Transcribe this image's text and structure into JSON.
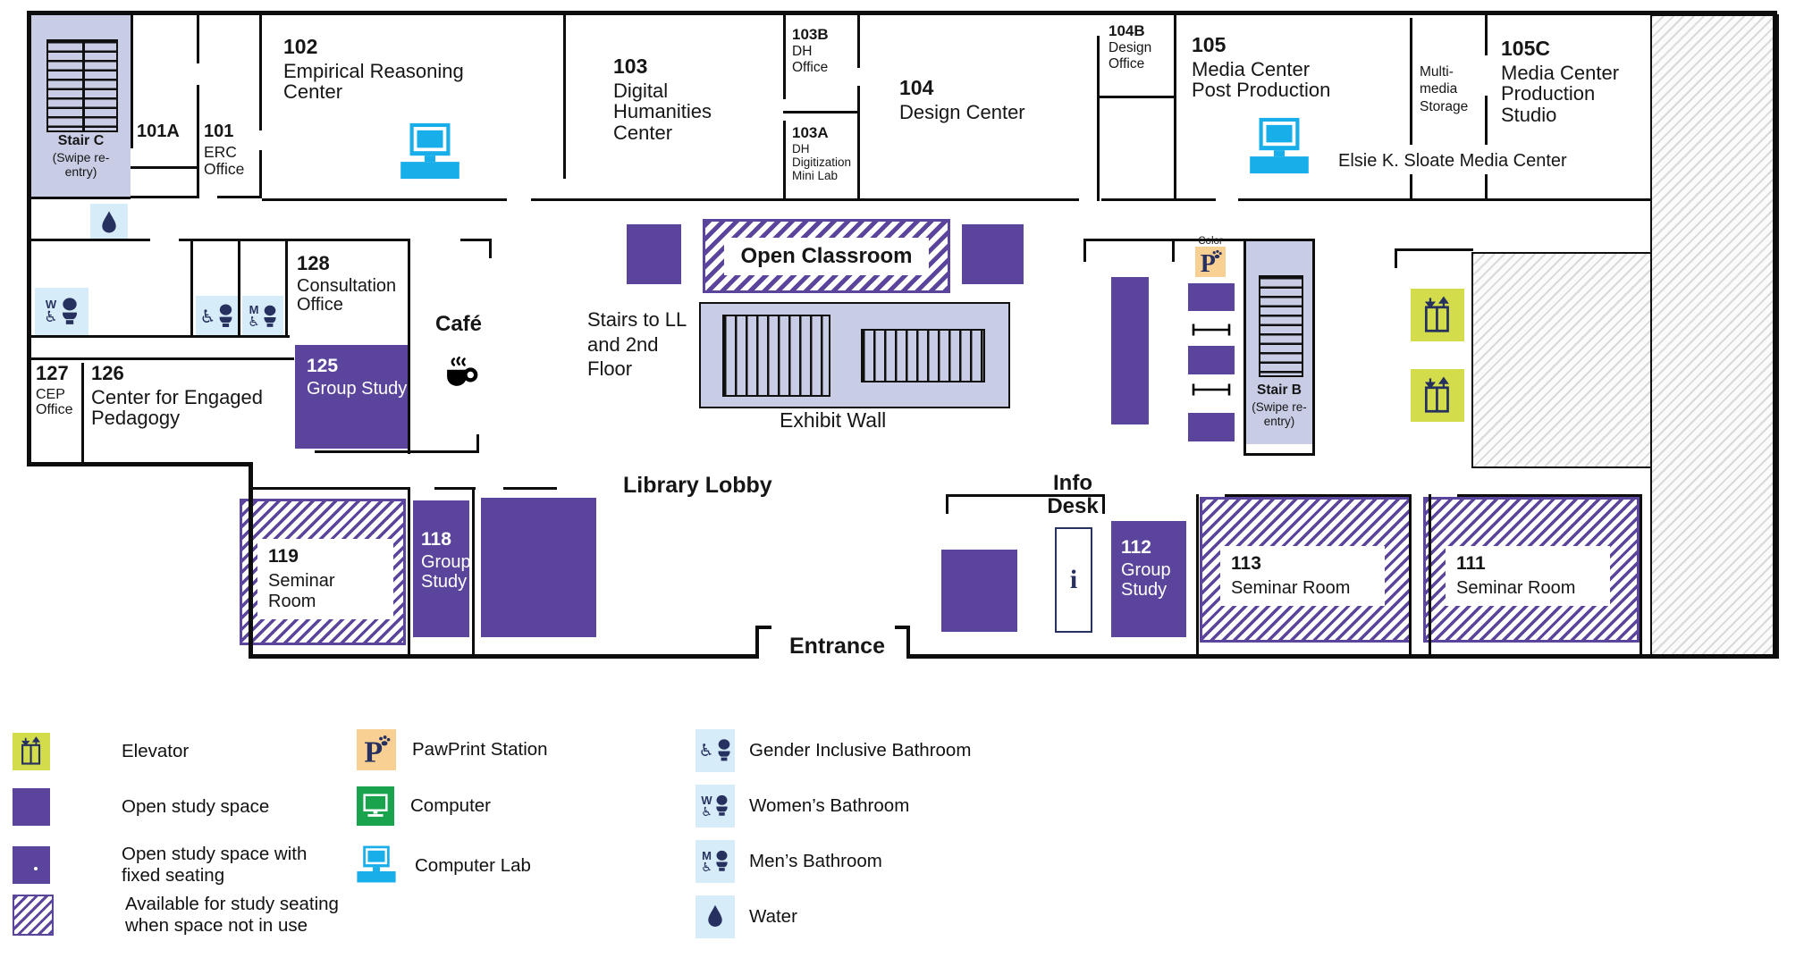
{
  "plan": {
    "rooms": {
      "stair_c": {
        "name": "Stair C",
        "note": "(Swipe re-entry)"
      },
      "r101a": {
        "number": "101A"
      },
      "r101": {
        "number": "101",
        "name": "ERC Office"
      },
      "r102": {
        "number": "102",
        "name": "Empirical Reasoning Center"
      },
      "r103": {
        "number": "103",
        "name": "Digital Humanities Center"
      },
      "r103b": {
        "number": "103B",
        "name": "DH Office"
      },
      "r103a": {
        "number": "103A",
        "name": "DH Digitization Mini Lab"
      },
      "r104": {
        "number": "104",
        "name": "Design Center"
      },
      "r104b": {
        "number": "104B",
        "name": "Design Office"
      },
      "r105": {
        "number": "105",
        "name": "Media Center Post Production"
      },
      "multimedia": {
        "name": "Multi-media Storage"
      },
      "r105c": {
        "number": "105C",
        "name": "Media Center Production Studio"
      },
      "sloate": {
        "name": "Elsie K. Sloate Media Center"
      },
      "r128": {
        "number": "128",
        "name": "Consultation Office"
      },
      "cafe": {
        "name": "Café"
      },
      "r127": {
        "number": "127",
        "name": "CEP Office"
      },
      "r126": {
        "number": "126",
        "name": "Center for Engaged Pedagogy"
      },
      "r125": {
        "number": "125",
        "name": "Group Study"
      },
      "open_classroom": {
        "name": "Open Classroom"
      },
      "stairs_ll": {
        "name": "Stairs to LL and 2nd Floor"
      },
      "exhibit_wall": {
        "name": "Exhibit Wall"
      },
      "stair_b": {
        "name": "Stair B",
        "note": "(Swipe re-entry)"
      },
      "library_lobby": {
        "name": "Library Lobby"
      },
      "info_desk": {
        "line1": "Info",
        "line2": "Desk"
      },
      "r119": {
        "number": "119",
        "name": "Seminar Room"
      },
      "r118": {
        "number": "118",
        "name": "Group Study"
      },
      "r112": {
        "number": "112",
        "name": "Group Study"
      },
      "r113": {
        "number": "113",
        "name": "Seminar Room"
      },
      "r111": {
        "number": "111",
        "name": "Seminar Room"
      },
      "entrance": {
        "name": "Entrance"
      }
    },
    "icons": {
      "womens_letter": "W",
      "mens_letter": "M",
      "info_symbol": "i",
      "color_label": "Color",
      "pawprint_letter": "P",
      "wheelchair_glyph": "♿"
    }
  },
  "legend": {
    "elevator": "Elevator",
    "open_study": "Open study space",
    "open_study_fixed": "Open study space with fixed seating",
    "available_study": "Available for study seating when space not in use",
    "pawprint": "PawPrint Station",
    "computer": "Computer",
    "computer_lab": "Computer Lab",
    "gender_inclusive": "Gender Inclusive Bathroom",
    "womens": "Women’s Bathroom",
    "mens": "Men’s Bathroom",
    "water": "Water"
  },
  "colors": {
    "purple": "#5b459c",
    "lavender": "#c8cde5",
    "bathroom_blue": "#d6ecf8",
    "navy": "#27315f",
    "elevator_green": "#d3dd4b",
    "pawprint_orange": "#f8d094",
    "computer_green": "#18a34c",
    "computer_lab_blue": "#17aeea",
    "wall": "#0d0d0d"
  }
}
